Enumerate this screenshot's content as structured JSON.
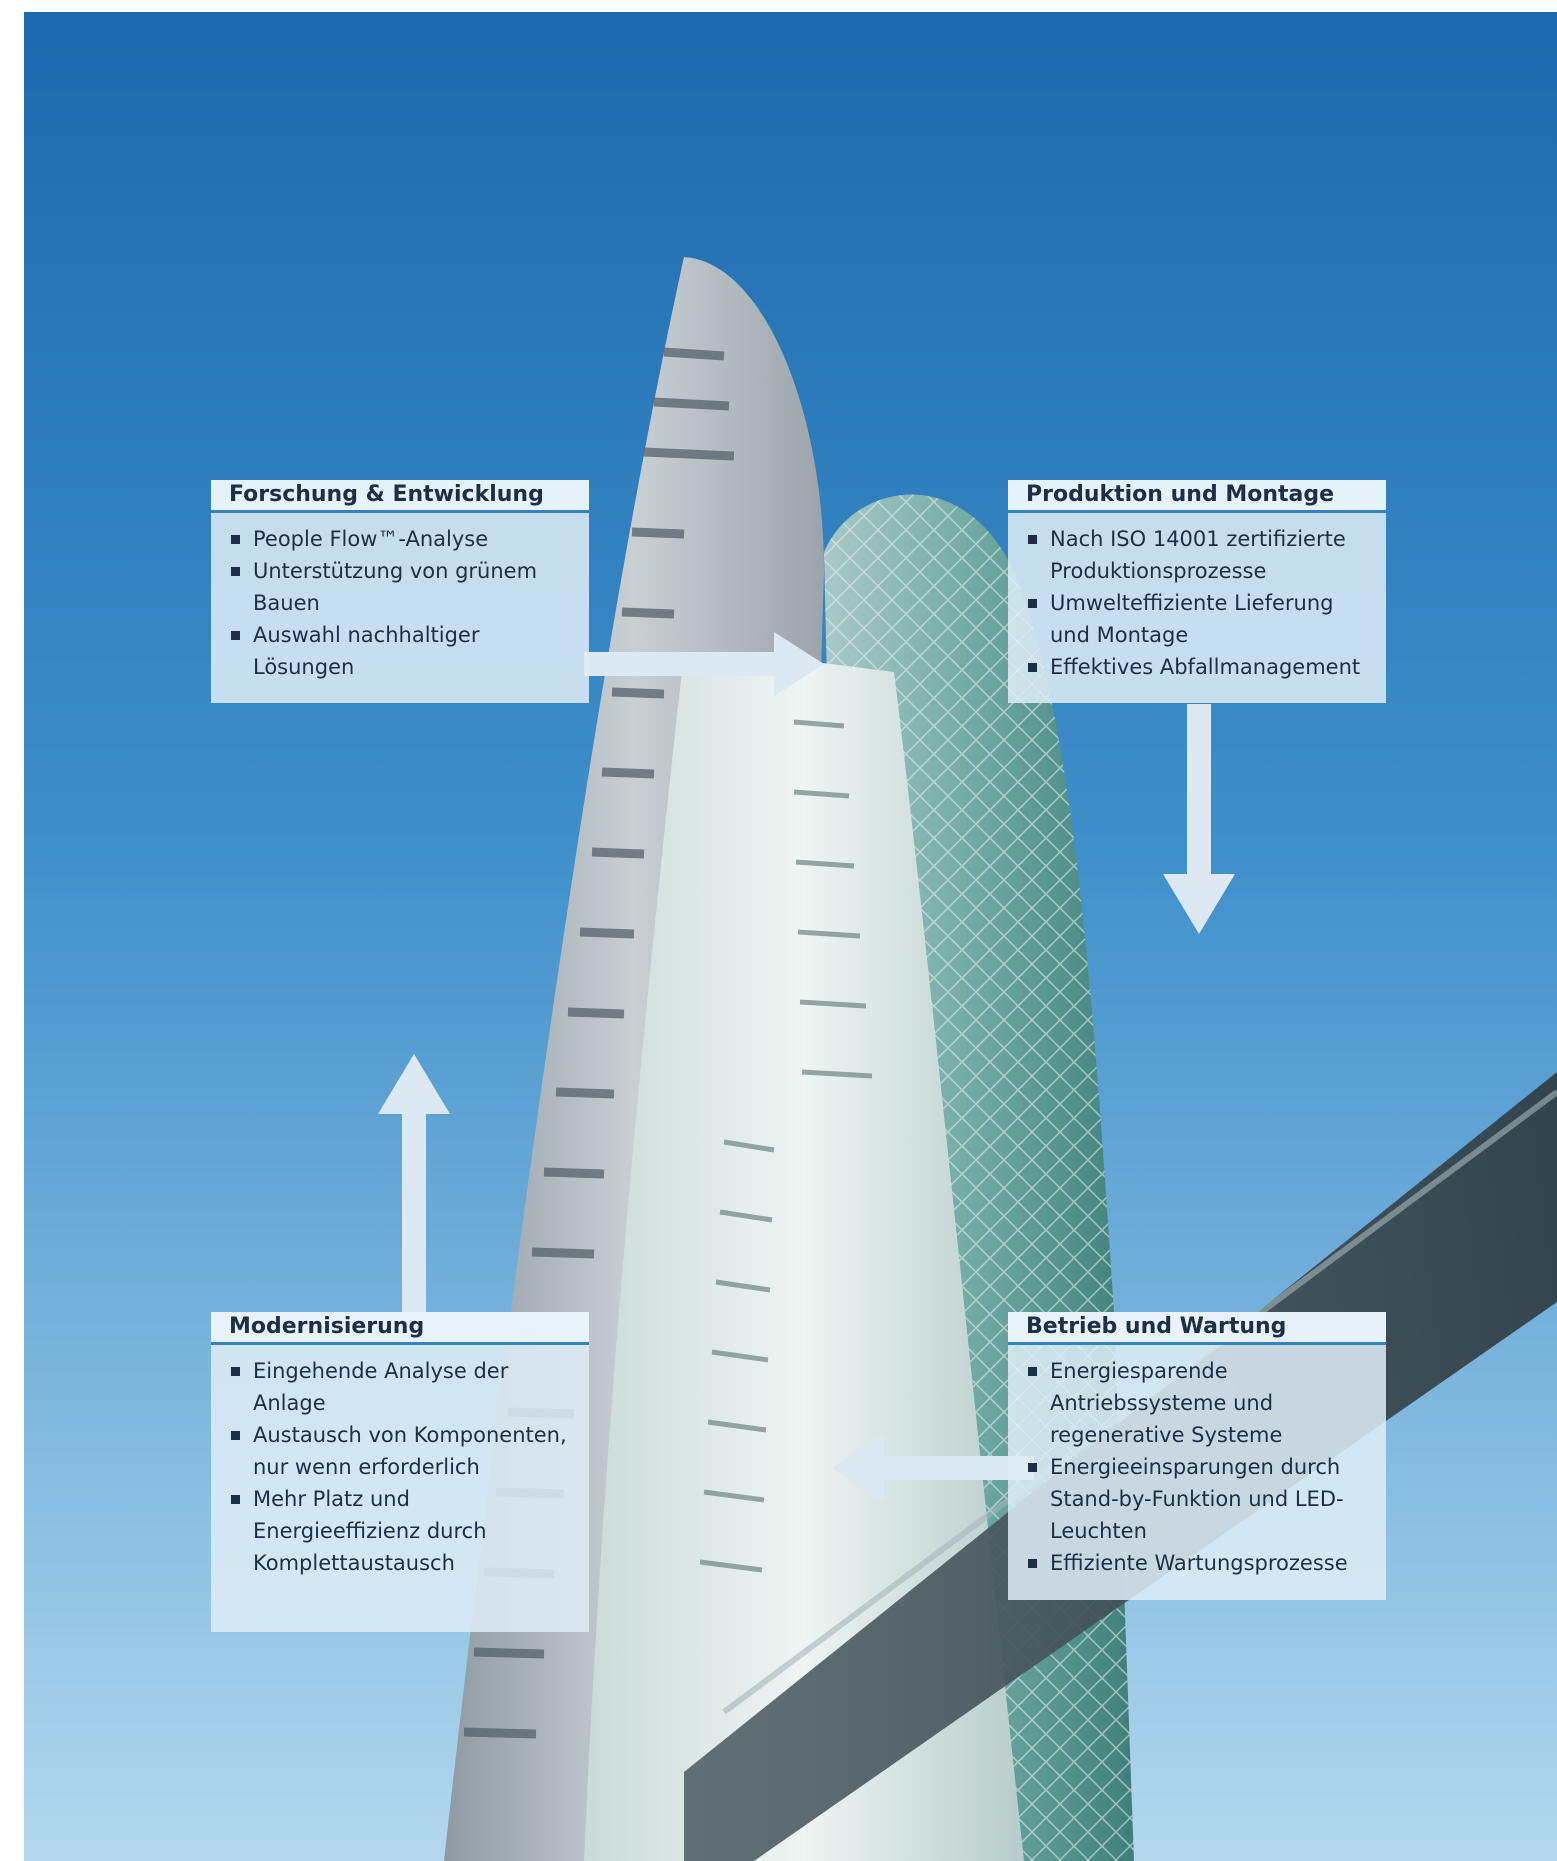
{
  "boxes": {
    "research": {
      "title": "Forschung & Entwicklung",
      "items": [
        "People Flow™-Analyse",
        "Unterstützung von grünem Bauen",
        "Auswahl nachhaltiger Lösungen"
      ]
    },
    "production": {
      "title": "Produktion und Montage",
      "items": [
        "Nach ISO 14001 zertifizierte Produktionsprozesse",
        "Umwelteffiziente Lieferung und Montage",
        "Effektives Abfallmanagement"
      ]
    },
    "modernization": {
      "title": "Modernisierung",
      "items": [
        "Eingehende Analyse der Anlage",
        "Austausch von Komponenten, nur wenn erforderlich",
        "Mehr Platz und Energieeffizienz durch Komplettaustausch"
      ]
    },
    "operation": {
      "title": "Betrieb und Wartung",
      "items": [
        "Energiesparende Antriebssysteme und regenerative Systeme",
        "Energieeinsparungen durch Stand-by-Funktion und LED-Leuchten",
        "Effiziente Wartungsprozesse"
      ]
    }
  },
  "colors": {
    "sky_top": "#1f72b8",
    "sky_bottom": "#a9d2ec",
    "box_fill": "#deecf6",
    "box_rule": "#2f82c4",
    "text": "#1d2f45",
    "arrow": "#dce9f3"
  }
}
